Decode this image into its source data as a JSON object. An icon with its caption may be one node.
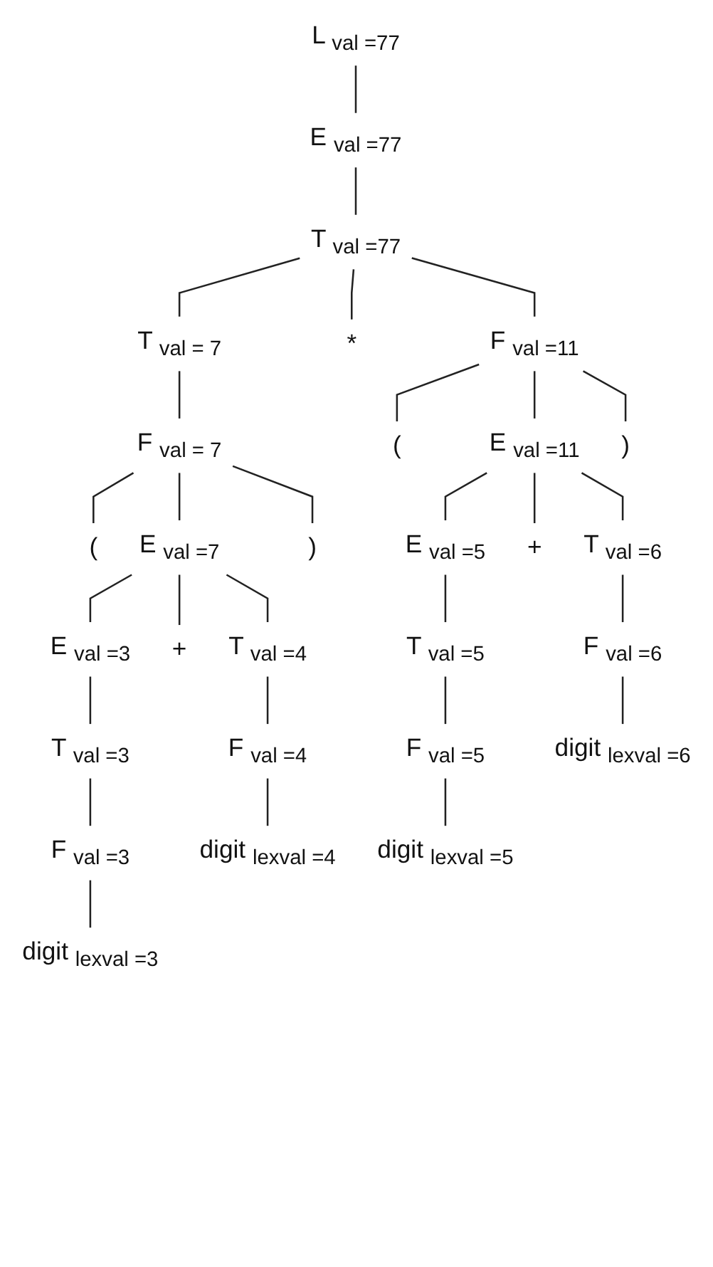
{
  "diagram": {
    "nodes": [
      {
        "text": [
          "L"
        ],
        "beside": [
          "val =77"
        ]
      },
      {
        "text": [
          "E"
        ],
        "beside": [
          "val =77"
        ]
      },
      {
        "text": [
          "T"
        ],
        "beside": [
          "val =77"
        ]
      },
      {
        "text": [
          "T"
        ],
        "beside": [
          "val = 7"
        ]
      },
      {
        "text": [
          "*"
        ]
      },
      {
        "text": [
          "F"
        ],
        "beside": [
          "val =11"
        ]
      },
      {
        "text": [
          "F"
        ],
        "beside": [
          "val = 7"
        ]
      },
      {
        "text": [
          "("
        ]
      },
      {
        "text": [
          "E"
        ],
        "beside": [
          "val =11"
        ]
      },
      {
        "text": [
          ")"
        ]
      },
      {
        "text": [
          "("
        ]
      },
      {
        "text": [
          "E"
        ],
        "beside": [
          "val =7"
        ]
      },
      {
        "text": [
          ")"
        ]
      },
      {
        "text": [
          "E"
        ],
        "beside": [
          "val =5"
        ]
      },
      {
        "text": [
          "+"
        ]
      },
      {
        "text": [
          "T"
        ],
        "beside": [
          "val =6"
        ]
      },
      {
        "text": [
          "E"
        ],
        "beside": [
          "val =3"
        ]
      },
      {
        "text": [
          "+"
        ]
      },
      {
        "text": [
          "T"
        ],
        "beside": [
          "val =4"
        ]
      },
      {
        "text": [
          "T"
        ],
        "beside": [
          "val =5"
        ]
      },
      {
        "text": [
          "F"
        ],
        "beside": [
          "val =6"
        ]
      },
      {
        "text": [
          "T"
        ],
        "beside": [
          "val =3"
        ]
      },
      {
        "text": [
          "F"
        ],
        "beside": [
          "val =4"
        ]
      },
      {
        "text": [
          "F"
        ],
        "beside": [
          "val =5"
        ]
      },
      {
        "text": [
          "digit"
        ],
        "beside": [
          "lexval =6"
        ]
      },
      {
        "text": [
          "F"
        ],
        "beside": [
          "val =3"
        ]
      },
      {
        "text": [
          "digit"
        ],
        "beside": [
          "lexval =4"
        ]
      },
      {
        "text": [
          "digit"
        ],
        "beside": [
          "lexval =5"
        ]
      },
      {
        "text": [
          "digit"
        ],
        "beside": [
          "lexval =3"
        ]
      }
    ],
    "edges": [
      {
        "from": 0,
        "to": 1,
        "arrow": "none"
      },
      {
        "from": 1,
        "to": 2,
        "arrow": "none"
      },
      {
        "from": 2,
        "to": 3,
        "arrow": "none"
      },
      {
        "from": 2,
        "to": 4,
        "arrow": "none"
      },
      {
        "from": 2,
        "to": 5,
        "arrow": "none"
      },
      {
        "from": 3,
        "to": 6,
        "arrow": "none"
      },
      {
        "from": 5,
        "to": 7,
        "arrow": "none"
      },
      {
        "from": 5,
        "to": 8,
        "arrow": "none"
      },
      {
        "from": 5,
        "to": 9,
        "arrow": "none"
      },
      {
        "from": 6,
        "to": 10,
        "arrow": "none"
      },
      {
        "from": 6,
        "to": 11,
        "arrow": "none"
      },
      {
        "from": 6,
        "to": 12,
        "arrow": "none"
      },
      {
        "from": 8,
        "to": 13,
        "arrow": "none"
      },
      {
        "from": 8,
        "to": 14,
        "arrow": "none"
      },
      {
        "from": 8,
        "to": 15,
        "arrow": "none"
      },
      {
        "from": 11,
        "to": 16,
        "arrow": "none"
      },
      {
        "from": 11,
        "to": 17,
        "arrow": "none"
      },
      {
        "from": 11,
        "to": 18,
        "arrow": "none"
      },
      {
        "from": 13,
        "to": 19,
        "arrow": "none"
      },
      {
        "from": 15,
        "to": 20,
        "arrow": "none"
      },
      {
        "from": 16,
        "to": 21,
        "arrow": "none"
      },
      {
        "from": 18,
        "to": 22,
        "arrow": "none"
      },
      {
        "from": 19,
        "to": 23,
        "arrow": "none"
      },
      {
        "from": 20,
        "to": 24,
        "arrow": "none"
      },
      {
        "from": 21,
        "to": 25,
        "arrow": "none"
      },
      {
        "from": 22,
        "to": 26,
        "arrow": "none"
      },
      {
        "from": 23,
        "to": 27,
        "arrow": "none"
      },
      {
        "from": 25,
        "to": 28,
        "arrow": "none"
      }
    ]
  }
}
